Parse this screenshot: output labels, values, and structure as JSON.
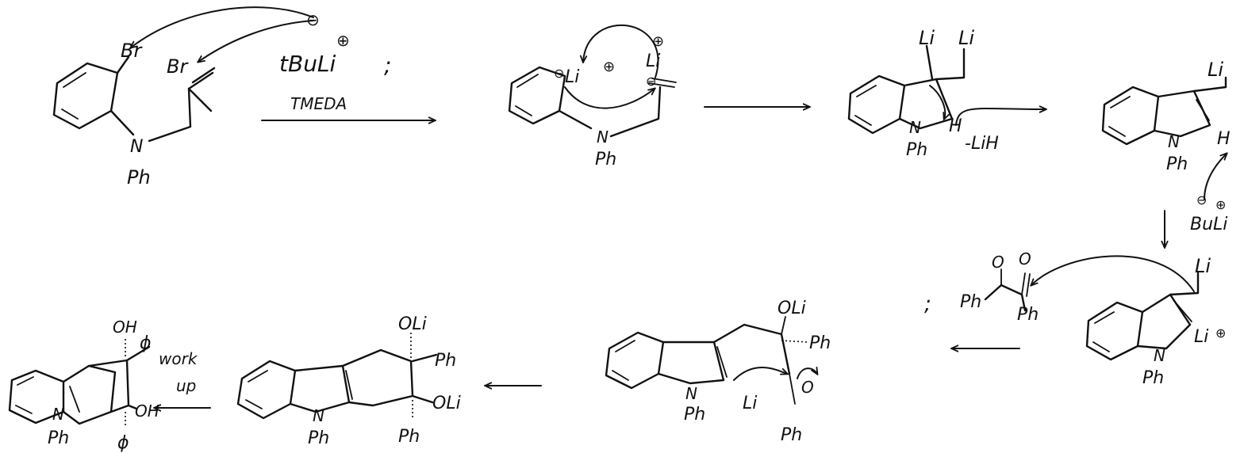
{
  "scheme": {
    "reagents_top": {
      "base": "tBuLi",
      "separator": ";",
      "additive": "TMEDA",
      "minus_sign": "⊖",
      "plus_sign": "⊕"
    },
    "labels": {
      "Br": "Br",
      "N": "N",
      "Ph": "Ph",
      "Li": "Li",
      "H": "H",
      "LiH": "-LiH",
      "O": "O",
      "OLi": "OLi",
      "OH": "OH",
      "BuLi": "BuLi",
      "phi": "ϕ",
      "work": "work",
      "up": "up",
      "semicolon": ";"
    }
  }
}
